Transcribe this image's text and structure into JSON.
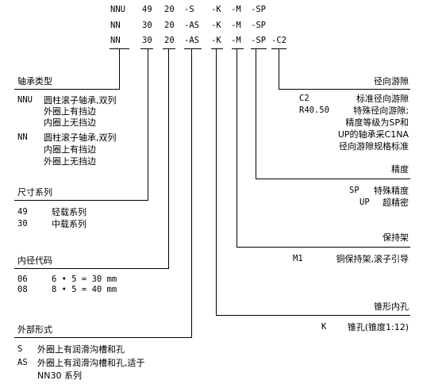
{
  "designation": {
    "row1": {
      "c1": "NNU",
      "c2": "49",
      "c3": "20",
      "c4": "-S",
      "c5": "-K",
      "c6": "-M",
      "c7": "-SP",
      "c8": ""
    },
    "row2": {
      "c1": "NN",
      "c2": "30",
      "c3": "20",
      "c4": "-AS",
      "c5": "-K",
      "c6": "-M",
      "c7": "-SP",
      "c8": ""
    },
    "row3": {
      "c1": "NN",
      "c2": "30",
      "c3": "20",
      "c4": "-AS",
      "c5": "-K",
      "c6": "-M",
      "c7": "-SP",
      "c8": "-C2"
    }
  },
  "left": {
    "bearing_type": {
      "title": "轴承类型",
      "items": [
        {
          "code": "NNU",
          "lines": [
            "圆柱滚子轴承,双列",
            "外圈上有挡边",
            "内圈上无挡边"
          ]
        },
        {
          "code": "NN",
          "lines": [
            "圆柱滚子轴承,双列",
            "内圈上有挡边",
            "外圈上无挡边"
          ]
        }
      ]
    },
    "dimension_series": {
      "title": "尺寸系列",
      "items": [
        {
          "code": "49",
          "text": "轻载系列"
        },
        {
          "code": "30",
          "text": "中载系列"
        }
      ]
    },
    "bore_code": {
      "title": "内径代码",
      "items": [
        {
          "code": "06",
          "text": "6 • 5 = 30 mm"
        },
        {
          "code": "08",
          "text": "8 • 5 = 40 mm"
        }
      ]
    },
    "external_form": {
      "title": "外部形式",
      "items": [
        {
          "code": "S",
          "lines": [
            "外圈上有润滑沟槽和孔"
          ]
        },
        {
          "code": "AS",
          "lines": [
            "外圈上有润滑沟槽和孔,适于",
            "NN30 系列"
          ]
        }
      ]
    }
  },
  "right": {
    "clearance": {
      "title": "径向游隙",
      "items": [
        {
          "code": "C2",
          "lines": [
            "标准径向游隙"
          ]
        },
        {
          "code": "R40.50",
          "lines": [
            "特殊径向游隙;",
            "精度等级为SP和",
            "UP的轴承采C1NA",
            "径向游隙规格标准"
          ]
        }
      ]
    },
    "precision": {
      "title": "精度",
      "items": [
        {
          "code": "SP",
          "text": "特殊精度"
        },
        {
          "code": "UP",
          "text": "超精密"
        }
      ]
    },
    "cage": {
      "title": "保持架",
      "items": [
        {
          "code": "M1",
          "text": "铜保持架,滚子引导"
        }
      ]
    },
    "bore": {
      "title": "锥形内孔",
      "items": [
        {
          "code": "K",
          "text": "锥孔(锥度1:12)"
        }
      ]
    }
  }
}
